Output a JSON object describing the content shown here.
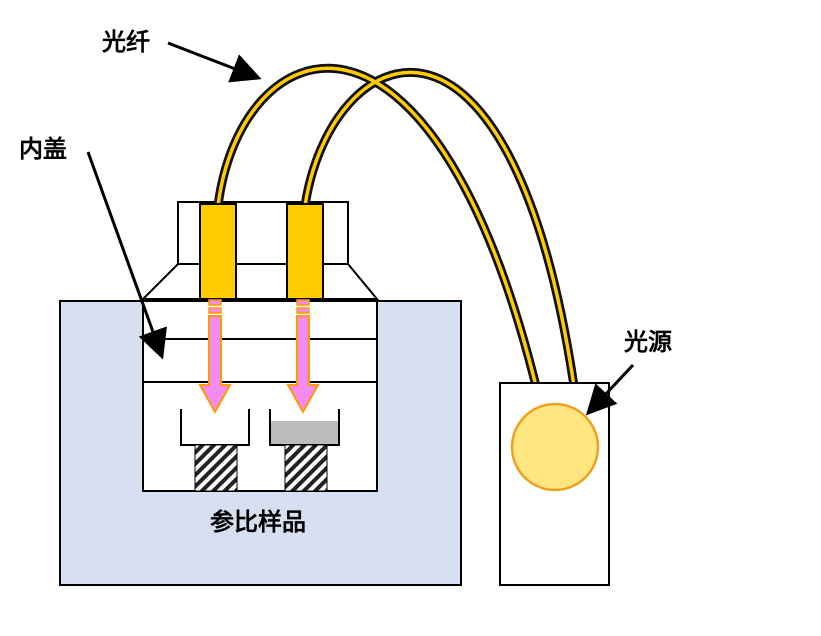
{
  "labels": {
    "fiber": "光纤",
    "inner_lid": "内盖",
    "light_source": "光源",
    "samples": "参比样品"
  },
  "colors": {
    "background": "#ffffff",
    "chamber_fill": "#d6e0f0",
    "fiber_yellow": "#ffcc00",
    "fiber_outer": "#111111",
    "arrow_fill": "#f48cf0",
    "arrow_stroke": "#ff9900",
    "lamp_fill": "#ffe680",
    "lamp_stroke": "#f0a020",
    "reference_cup_fill": "#bbbbbb"
  }
}
